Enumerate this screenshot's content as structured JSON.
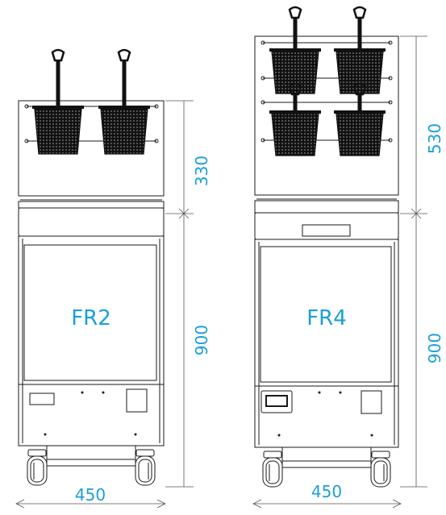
{
  "units": {
    "fr2": {
      "label": "FR2",
      "width_dim": "450",
      "upper_dim": "330",
      "lower_dim": "900",
      "baskets": 2
    },
    "fr4": {
      "label": "FR4",
      "width_dim": "450",
      "upper_dim": "530",
      "lower_dim": "900",
      "baskets": 4
    }
  },
  "colors": {
    "line": "#1a1a1a",
    "dim_line": "#555555",
    "label": "#1aa0d8",
    "basket": "#111111"
  }
}
